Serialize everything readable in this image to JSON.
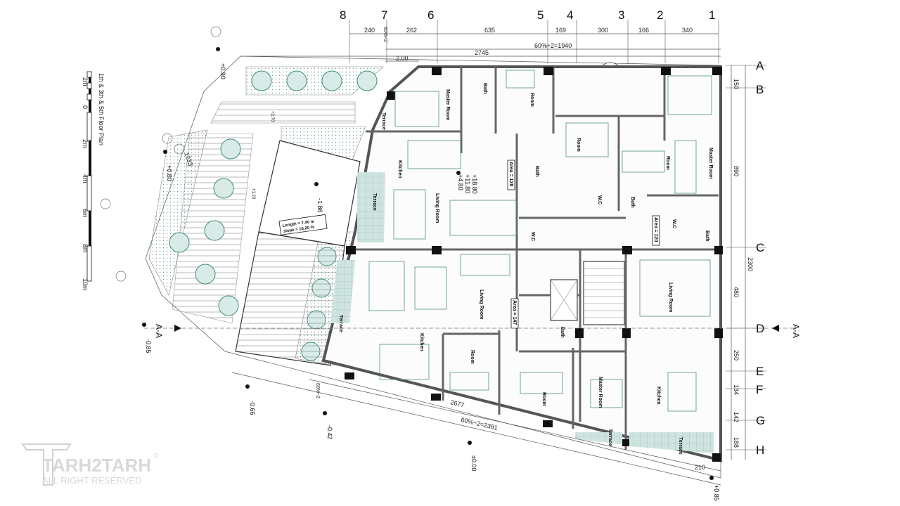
{
  "title": "1th & 3th & 5th Floor Plan",
  "scale_bar": {
    "labels": [
      "2m",
      "0",
      "2m",
      "4m",
      "6m",
      "8m",
      "10m"
    ]
  },
  "grid_columns": [
    "8",
    "7",
    "6",
    "5",
    "4",
    "3",
    "2",
    "1"
  ],
  "grid_rows": [
    "A",
    "B",
    "C",
    "D",
    "E",
    "F",
    "G",
    "H"
  ],
  "dimensions_top": [
    "240",
    "60%÷2",
    "262",
    "635",
    "169",
    "300",
    "166",
    "340"
  ],
  "dimensions_top_total": "60%÷2=1940",
  "dim_200": "2.00",
  "dim_2745": "2745",
  "dimensions_right": [
    "150",
    "890",
    "480",
    "250",
    "134",
    "142",
    "188"
  ],
  "dim_right_total": "2300",
  "dim_bottom": "2677",
  "dim_bottom_total": "60%÷2=2381",
  "dim_210": "210",
  "dim_left": "1233",
  "dim_half": "60%÷2",
  "levels": {
    "l_090": "+0.90",
    "l_080": "+0.80",
    "l_186": "-1.86",
    "l_085a": "-0.85",
    "l_066": "-0.66",
    "l_042": "-0.42",
    "l_000": "±0.00",
    "l_085b": "+0.85",
    "l_center": [
      "+18.80",
      "+11.80",
      "+4.80"
    ],
    "l_small1": "+2.70",
    "l_small2": "+1.20"
  },
  "section_left": "A-A",
  "section_right": "A-A",
  "ramp": {
    "length": "Length = 7.40  m",
    "slope": "slope = 16.20 %"
  },
  "rooms": {
    "master_room_1": "Master Room",
    "bath_1": "Bath",
    "room_1": "Room",
    "terrace_1": "Terrace",
    "kitchen_1": "Kitchen",
    "living_room_1": "Living Room",
    "terrace_2": "Terrace",
    "bath_2": "Bath",
    "room_2": "Room",
    "room_3": "Room",
    "master_room_2": "Master Room",
    "wc_1": "W.C",
    "bath_3": "Bath",
    "wc_2": "W.C",
    "bath_4": "Bath",
    "wc_3": "W.C",
    "living_room_2": "Living Room",
    "kitchen_2": "Kitchen",
    "terrace_3": "Terrace",
    "room_4": "Room",
    "room_5": "Room",
    "master_room_3": "Master Room",
    "kitchen_3": "Kitchen",
    "living_room_3": "Living Room",
    "terrace_4": "Terrace",
    "terrace_5": "Terrace",
    "bath_5": "Bath"
  },
  "areas": {
    "a128": "Area = 128",
    "a120": "Area = 120",
    "a147": "Area = 147"
  },
  "watermark": {
    "brand": "TARH2TARH",
    "rights": "ALL RIGHT RESERVED",
    "symbol": "©"
  }
}
